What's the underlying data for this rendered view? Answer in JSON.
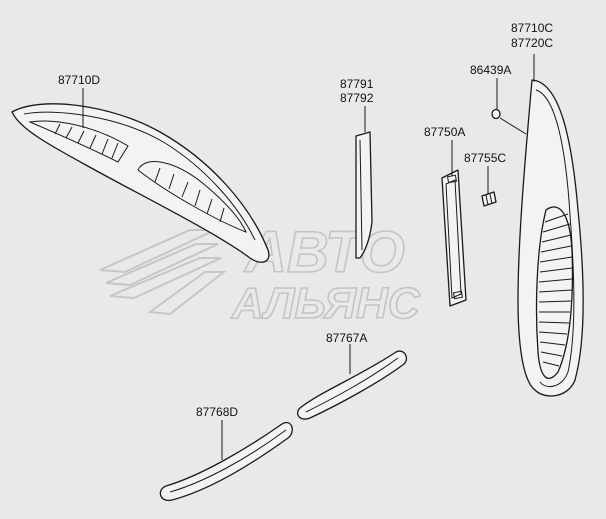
{
  "watermark": {
    "line1": "АВТО",
    "line2": "АЛЬЯНС"
  },
  "callouts": {
    "p87710D": "87710D",
    "p87791": "87791",
    "p87792": "87792",
    "p87710C": "87710C",
    "p87720C": "87720C",
    "p86439A": "86439A",
    "p87750A": "87750A",
    "p87755C": "87755C",
    "p87767A": "87767A",
    "p87768D": "87768D"
  },
  "colors": {
    "background": "#e9e9e9",
    "line": "#1a1a1a",
    "watermark": "#c4c4c4"
  }
}
